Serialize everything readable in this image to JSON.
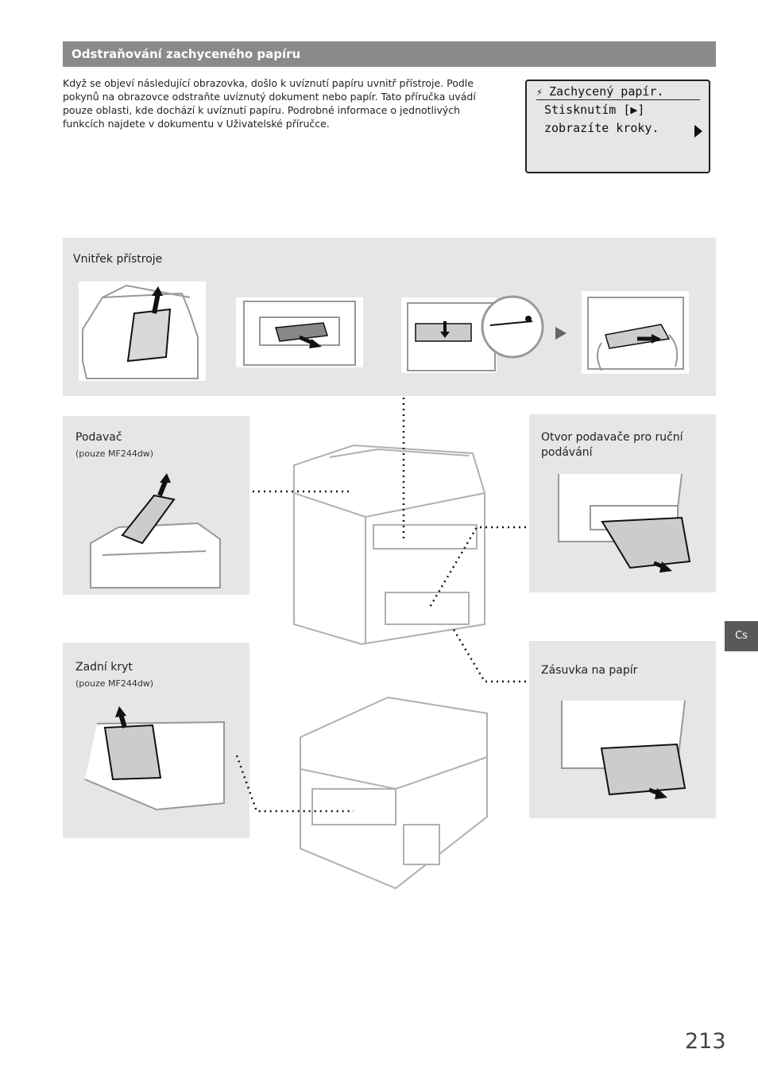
{
  "section": {
    "title": "Odstraňování zachyceného papíru",
    "intro": "Když se objeví následující obrazovka, došlo k uvíznutí papíru uvnitř přístroje. Podle pokynů na obrazovce odstraňte uvíznutý dokument nebo papír. Tato příručka uvádí pouze oblasti, kde dochází k uvíznutí papíru. Podrobné informace o jednotlivých funkcích najdete v dokumentu v Uživatelské příručce."
  },
  "lcd": {
    "line1": "Zachycený papír.",
    "line2": "Stisknutím [▶]",
    "line3": "zobrazíte kroky."
  },
  "panels": {
    "inside": {
      "label": "Vnitřek přístroje"
    },
    "feeder": {
      "label": "Podavač",
      "sub": "(pouze MF244dw)"
    },
    "manual": {
      "label": "Otvor podavače pro ruční podávání"
    },
    "rear": {
      "label": "Zadní kryt",
      "sub": "(pouze MF244dw)"
    },
    "drawer": {
      "label": "Zásuvka na papír"
    }
  },
  "side_tab": "Cs",
  "page_number": "213",
  "colors": {
    "header_bg": "#8a8a8a",
    "panel_bg": "#e6e6e6",
    "tab_bg": "#595959"
  }
}
